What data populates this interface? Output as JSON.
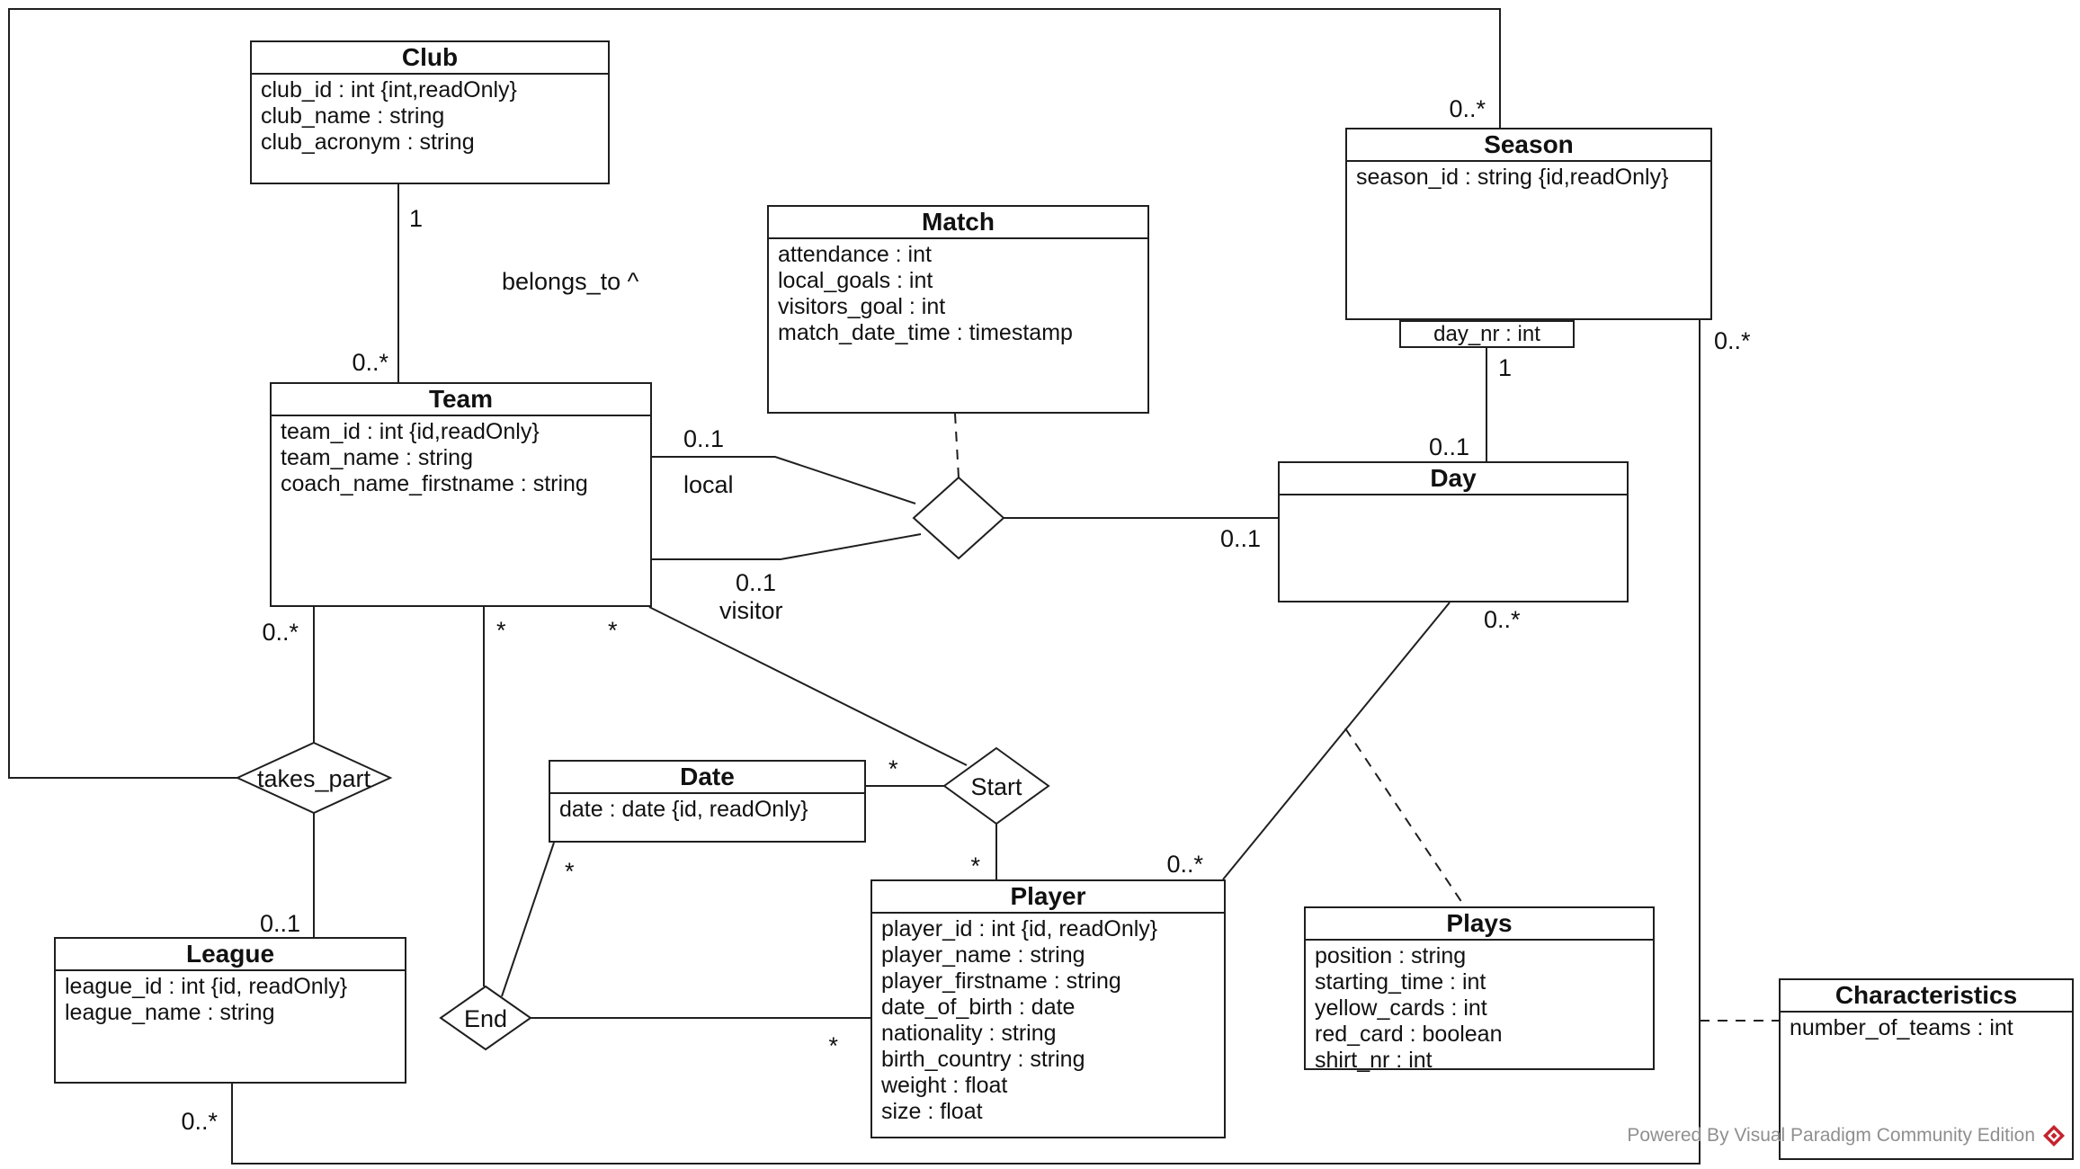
{
  "classes": {
    "club": {
      "title": "Club",
      "attributes": [
        "club_id : int {int,readOnly}",
        "club_name : string",
        "club_acronym : string"
      ]
    },
    "match": {
      "title": "Match",
      "attributes": [
        "attendance : int",
        "local_goals : int",
        "visitors_goal : int",
        "match_date_time : timestamp"
      ]
    },
    "season": {
      "title": "Season",
      "attributes": [
        "season_id : string {id,readOnly}"
      ]
    },
    "team": {
      "title": "Team",
      "attributes": [
        "team_id : int {id,readOnly}",
        "team_name : string",
        "coach_name_firstname : string"
      ]
    },
    "day": {
      "title": "Day",
      "attributes": []
    },
    "date": {
      "title": "Date",
      "attributes": [
        "date : date {id, readOnly}"
      ]
    },
    "player": {
      "title": "Player",
      "attributes": [
        "player_id : int {id, readOnly}",
        "player_name : string",
        "player_firstname : string",
        "date_of_birth : date",
        "nationality : string",
        "birth_country : string",
        "weight : float",
        "size : float"
      ]
    },
    "plays": {
      "title": "Plays",
      "attributes": [
        "position : string",
        "starting_time : int",
        "yellow_cards : int",
        "red_card : boolean",
        "shirt_nr : int"
      ]
    },
    "league": {
      "title": "League",
      "attributes": [
        "league_id : int {id, readOnly}",
        "league_name : string"
      ]
    },
    "characteristics": {
      "title": "Characteristics",
      "attributes": [
        "number_of_teams : int"
      ]
    }
  },
  "qualifier": {
    "label": "day_nr : int"
  },
  "diamonds": {
    "takes_part": "takes_part",
    "start": "Start",
    "end": "End"
  },
  "multiplicities": {
    "club_end": "1",
    "belongs_to": "belongs_to ^",
    "team_belongs": "0..*",
    "team_takes_part": "0..*",
    "league_takes_part": "0..1",
    "season_takes_part": "0..*",
    "league_season_league_end": "0..*",
    "league_season_season_end": "0..*",
    "local_mult": "0..1",
    "local_role": "local",
    "visitor_mult": "0..1",
    "visitor_role": "visitor",
    "day_match": "0..1",
    "season_day_one": "1",
    "day_season": "0..1",
    "day_players": "0..*",
    "player_days": "0..*",
    "team_end": "*",
    "team_start": "*",
    "date_start": "*",
    "player_start": "*",
    "date_end": "*",
    "player_end": "*"
  },
  "footer": {
    "text": "Powered By Visual Paradigm Community Edition"
  },
  "colors": {
    "line": "#1f1f1f",
    "footer_text": "#8f8f8f",
    "logo_red": "#c4232e",
    "background": "#ffffff"
  }
}
